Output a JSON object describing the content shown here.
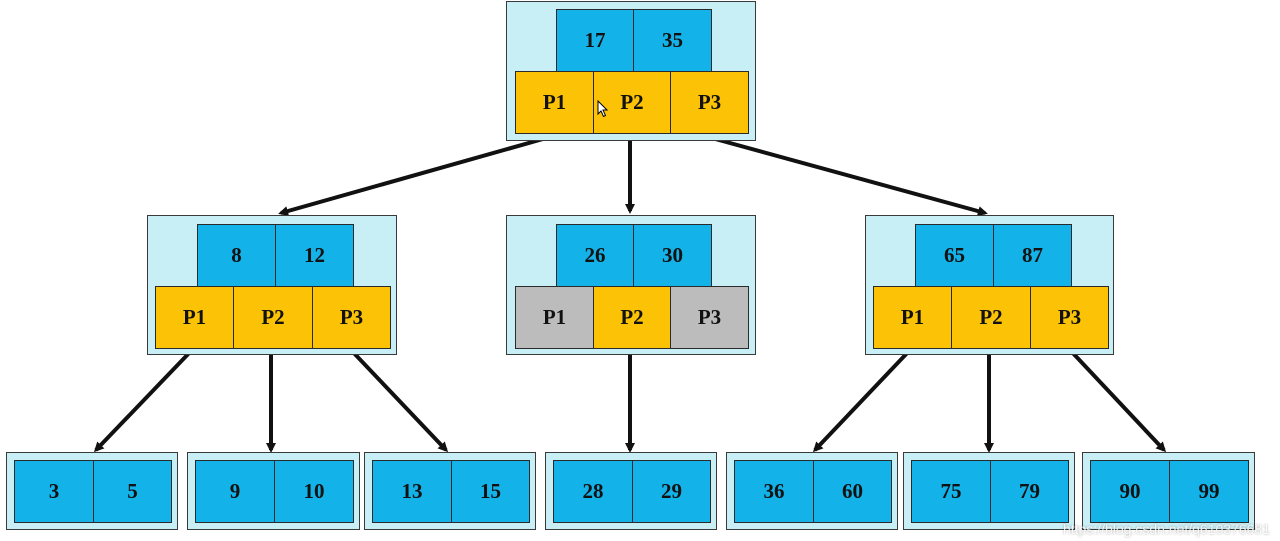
{
  "colors": {
    "node_bg": "#c8eef6",
    "key": "#13b2e8",
    "pointer_active": "#fbc206",
    "pointer_inactive": "#bcbcbc"
  },
  "root": {
    "keys": [
      "17",
      "35"
    ],
    "pointers": [
      "P1",
      "P2",
      "P3"
    ]
  },
  "level1": [
    {
      "keys": [
        "8",
        "12"
      ],
      "pointers": [
        "P1",
        "P2",
        "P3"
      ]
    },
    {
      "keys": [
        "26",
        "30"
      ],
      "pointers": [
        "P1",
        "P2",
        "P3"
      ]
    },
    {
      "keys": [
        "65",
        "87"
      ],
      "pointers": [
        "P1",
        "P2",
        "P3"
      ]
    }
  ],
  "leaves": [
    {
      "keys": [
        "3",
        "5"
      ]
    },
    {
      "keys": [
        "9",
        "10"
      ]
    },
    {
      "keys": [
        "13",
        "15"
      ]
    },
    {
      "keys": [
        "28",
        "29"
      ]
    },
    {
      "keys": [
        "36",
        "60"
      ]
    },
    {
      "keys": [
        "75",
        "79"
      ]
    },
    {
      "keys": [
        "90",
        "99"
      ]
    }
  ],
  "watermark": "https://blog.csdn.net/q610376681"
}
